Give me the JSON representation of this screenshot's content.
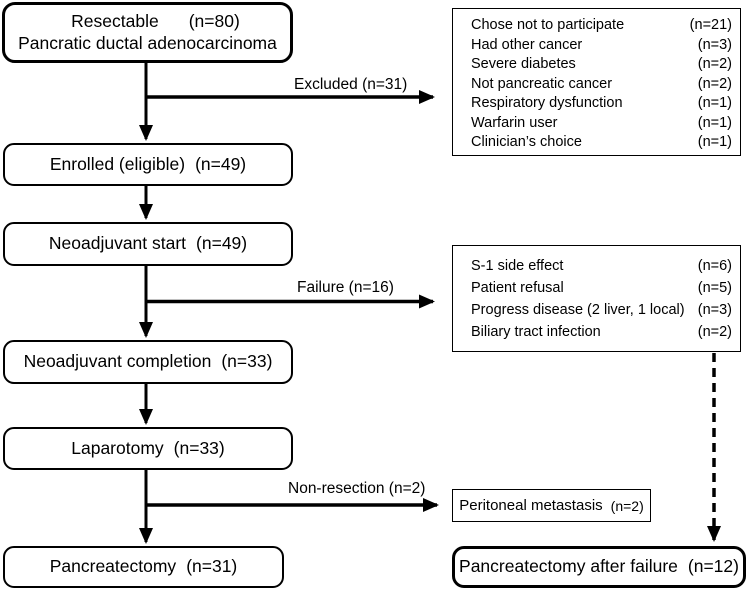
{
  "flow": {
    "boxes": {
      "resectable": {
        "title": "Resectable",
        "count": "(n=80)",
        "subtitle": "Pancratic ductal adenocarcinoma"
      },
      "enrolled": {
        "title": "Enrolled (eligible)",
        "count": "(n=49)"
      },
      "neoadjuvant_start": {
        "title": "Neoadjuvant start",
        "count": "(n=49)"
      },
      "neoadjuvant_completion": {
        "title": "Neoadjuvant completion",
        "count": "(n=33)"
      },
      "laparotomy": {
        "title": "Laparotomy",
        "count": "(n=33)"
      },
      "pancreatectomy": {
        "title": "Pancreatectomy",
        "count": "(n=31)"
      },
      "pancreatectomy_after_failure": {
        "title": "Pancreatectomy after failure",
        "count": "(n=12)"
      }
    },
    "branch_labels": {
      "excluded": "Excluded (n=31)",
      "failure": "Failure (n=16)",
      "non_resection": "Non-resection (n=2)"
    },
    "excluded_reasons": [
      {
        "reason": "Chose not to participate",
        "count": "(n=21)"
      },
      {
        "reason": "Had other cancer",
        "count": "(n=3)"
      },
      {
        "reason": "Severe diabetes",
        "count": "(n=2)"
      },
      {
        "reason": "Not pancreatic cancer",
        "count": "(n=2)"
      },
      {
        "reason": "Respiratory dysfunction",
        "count": "(n=1)"
      },
      {
        "reason": "Warfarin user",
        "count": "(n=1)"
      },
      {
        "reason": "Clinician’s choice",
        "count": "(n=1)"
      }
    ],
    "failure_reasons": [
      {
        "reason": "S-1 side effect",
        "count": "(n=6)"
      },
      {
        "reason": "Patient refusal",
        "count": "(n=5)"
      },
      {
        "reason": "Progress disease (2 liver, 1 local)",
        "count": "(n=3)"
      },
      {
        "reason": "Biliary tract infection",
        "count": "(n=2)"
      }
    ],
    "non_resection_outcome": {
      "reason": "Peritoneal metastasis",
      "count": "(n=2)"
    }
  },
  "colors": {
    "line": "#000000",
    "box_border": "#000000",
    "background": "#ffffff",
    "text": "#000000"
  }
}
